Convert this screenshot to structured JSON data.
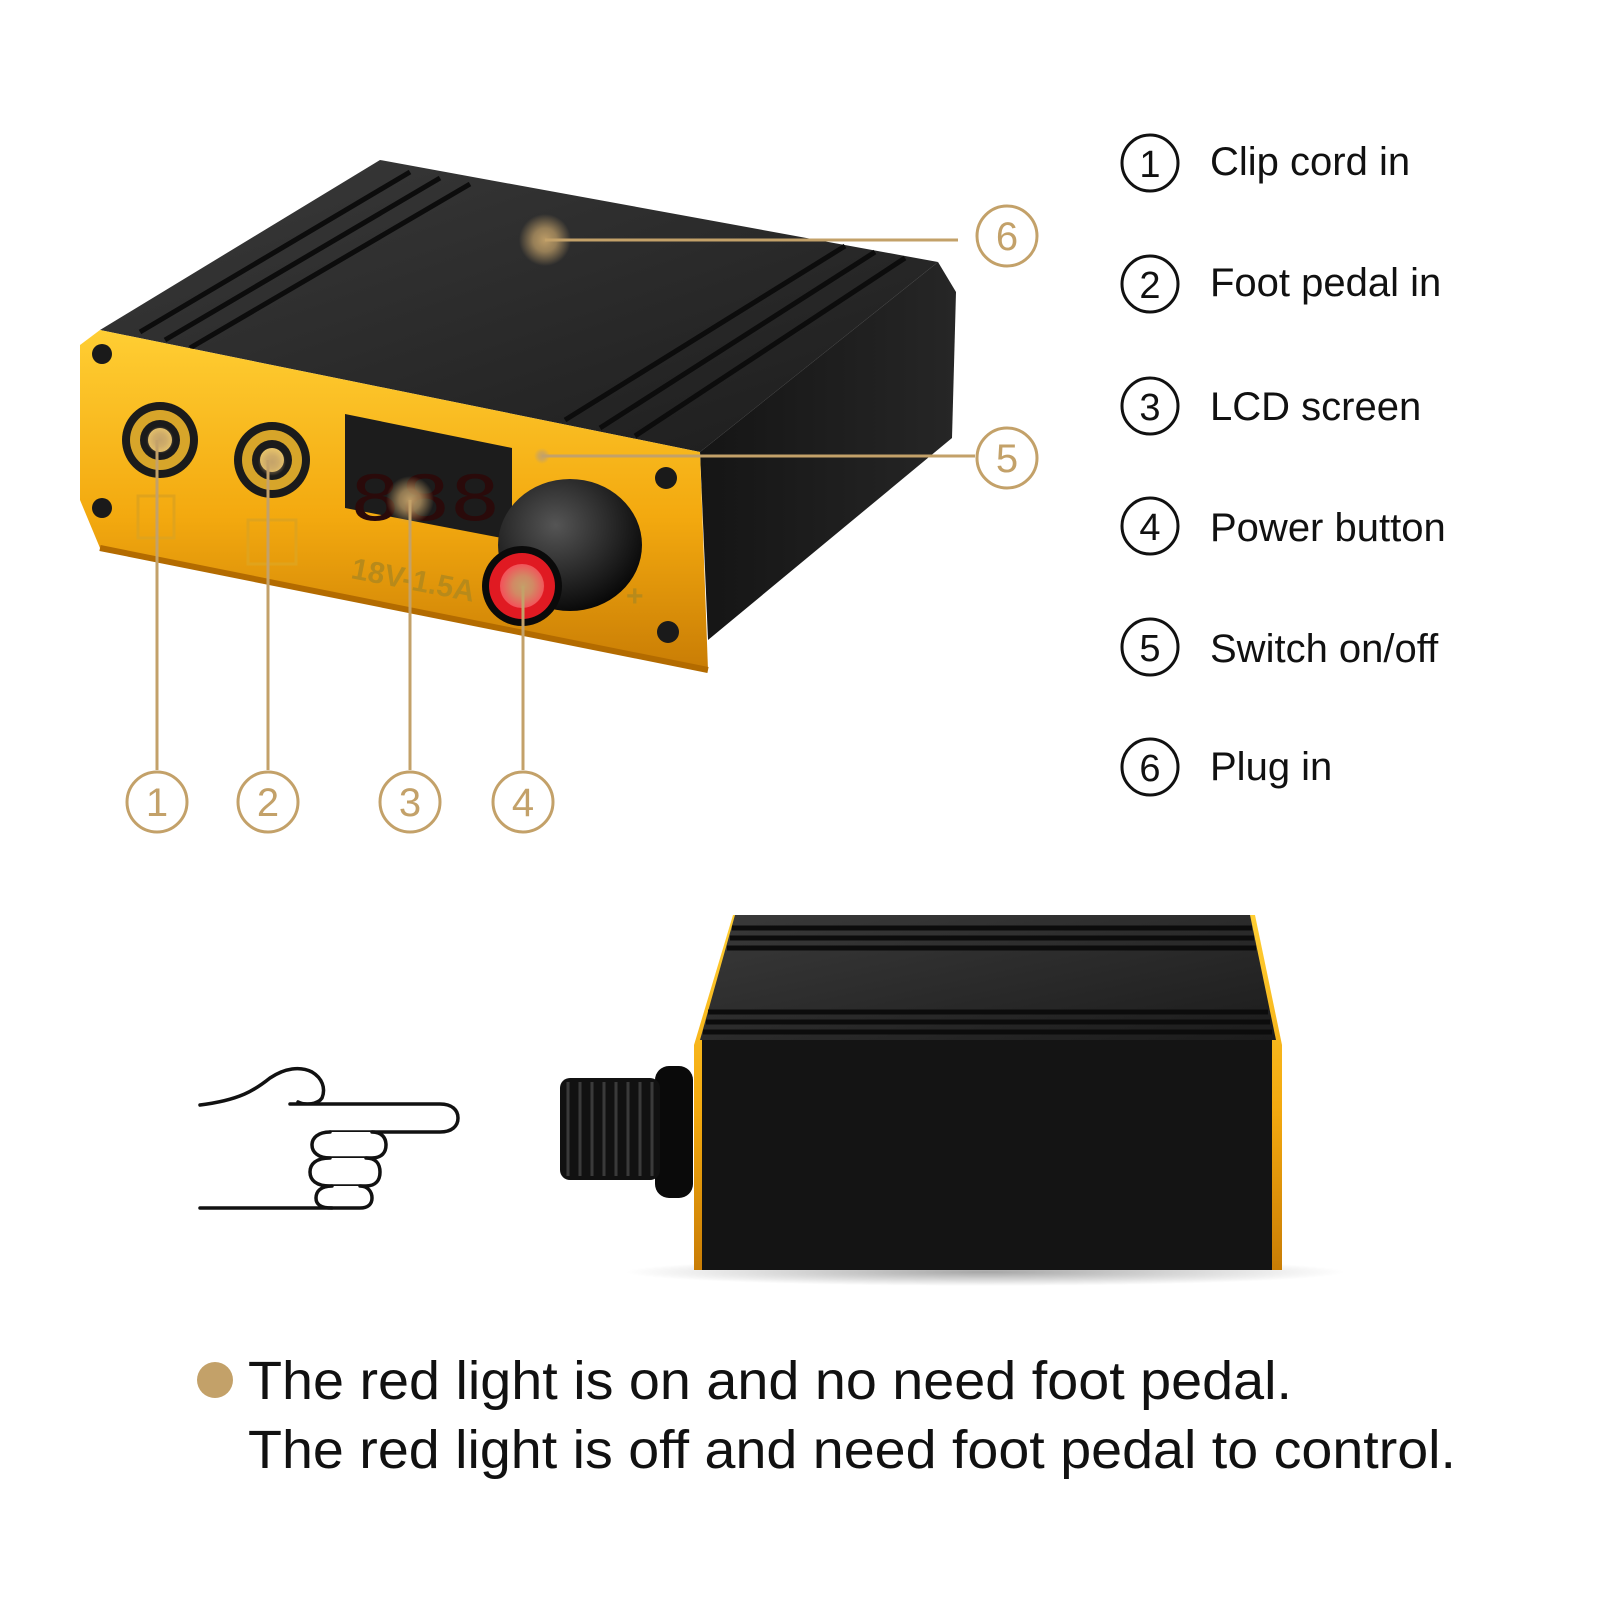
{
  "callouts": [
    {
      "number": "1",
      "label": "Clip cord in"
    },
    {
      "number": "2",
      "label": "Foot pedal in"
    },
    {
      "number": "3",
      "label": "LCD screen"
    },
    {
      "number": "4",
      "label": "Power button"
    },
    {
      "number": "5",
      "label": "Switch on/off"
    },
    {
      "number": "6",
      "label": "Plug in"
    }
  ],
  "device": {
    "lcd_digits": "888",
    "panel_print": "18V-1.5A",
    "plus_sign": "+"
  },
  "notes": [
    "The red light is on and no need foot pedal.",
    "The red light is off and need foot pedal to control."
  ],
  "icons": {
    "bullet": "dot-bullet-icon",
    "hand": "pointing-hand-icon"
  },
  "colors": {
    "accent": "#c3a169",
    "device_gold": "#f1a812",
    "device_black": "#1b1b1b",
    "button_red": "#e01a22"
  }
}
